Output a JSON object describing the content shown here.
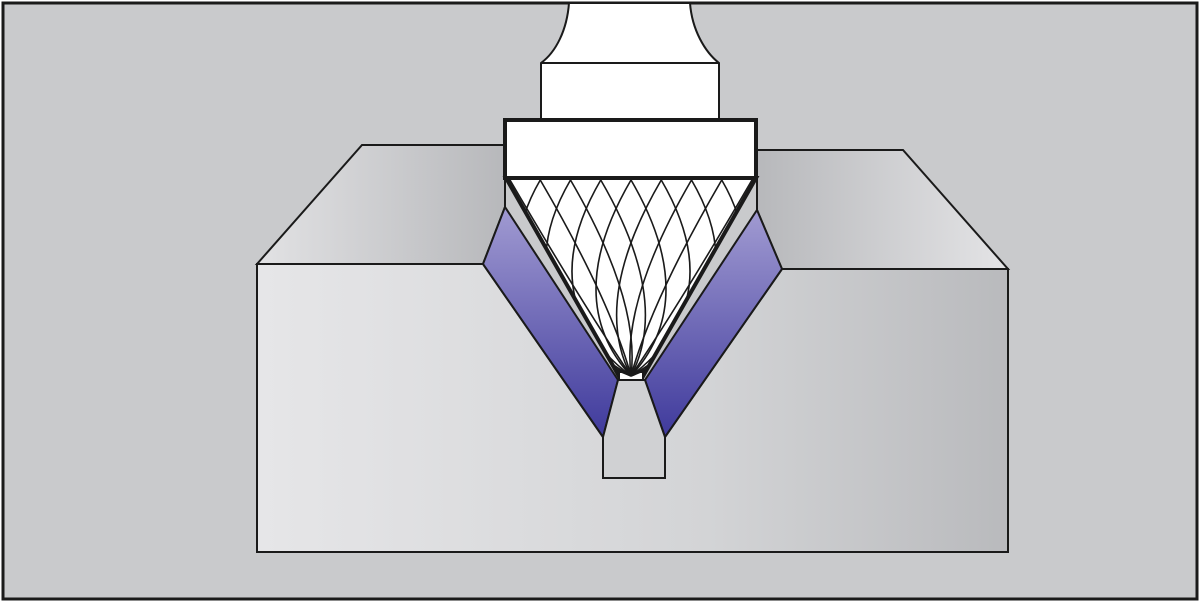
{
  "diagram": {
    "subject": "",
    "colors": {
      "background": "#c9cacc",
      "outline": "#1a1a1a",
      "workpiece_light": "#e6e6e8",
      "workpiece_dark": "#b9babd",
      "chamfer_light": "#a19bd2",
      "chamfer_dark": "#3f3a9c",
      "tool_body": "#ffffff"
    },
    "parts": [
      {
        "id": "workpiece",
        "label": ""
      },
      {
        "id": "v-groove-chamfer",
        "label": ""
      },
      {
        "id": "cutter-shank",
        "label": ""
      },
      {
        "id": "cutter-collar",
        "label": ""
      },
      {
        "id": "cone-burr-head",
        "label": ""
      },
      {
        "id": "root-slot",
        "label": ""
      }
    ],
    "cutter": {
      "flute_count": 8
    }
  }
}
